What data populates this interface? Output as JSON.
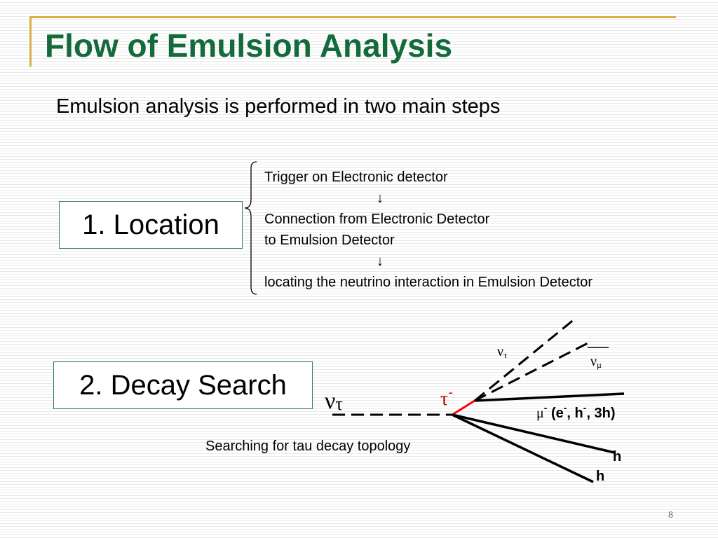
{
  "title": "Flow of Emulsion Analysis",
  "subtitle": "Emulsion analysis is performed in two main steps",
  "step1": {
    "label": "1. Location",
    "flow": {
      "line1": "Trigger on Electronic detector",
      "arrow": "↓",
      "line2": "Connection from Electronic Detector",
      "line3": "to Emulsion Detector",
      "line4": "locating the neutrino interaction in Emulsion Detector"
    }
  },
  "step2": {
    "label": "2. Decay Search",
    "caption": "Searching for tau decay topology"
  },
  "diagram": {
    "incoming": {
      "nu": "ν",
      "sub": "τ"
    },
    "tau": {
      "sym": "τ",
      "sup": "-"
    },
    "nu_tau_out": {
      "nu": "ν",
      "sub": "τ"
    },
    "nu_mu_out": {
      "nu": "ν",
      "sub": "μ"
    },
    "muon": {
      "mu": "μ",
      "sup1": "-",
      "open": " (e",
      "sup2": "-",
      "mid": ", h",
      "sup3": "-",
      "end": ", 3h)"
    },
    "h1": "h",
    "h2": "h",
    "colors": {
      "tau_track": "#ff0000",
      "tau_label": "#cc0000"
    }
  },
  "page_number": "8"
}
